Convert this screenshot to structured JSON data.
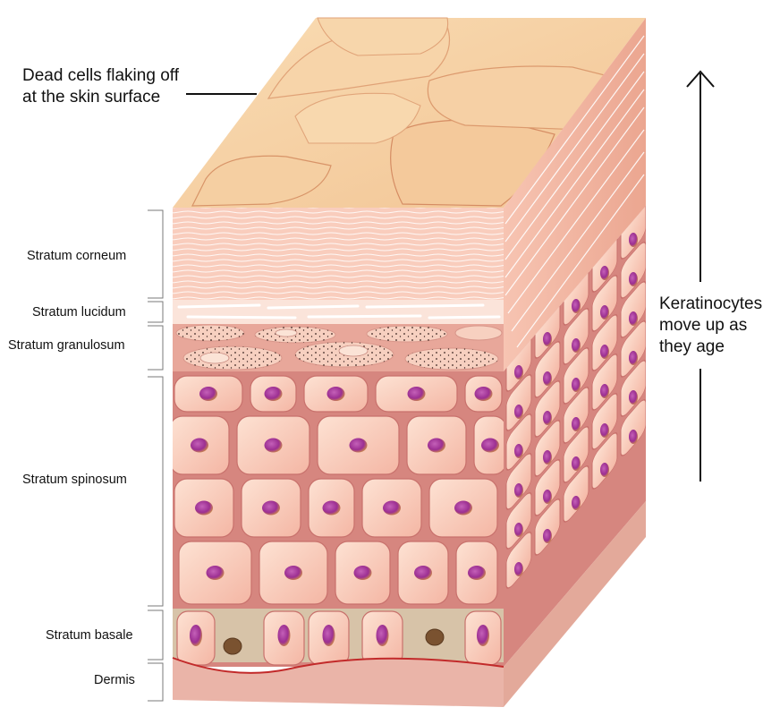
{
  "annotations": {
    "surface_label_line1": "Dead cells flaking off",
    "surface_label_line2": "at the skin surface",
    "arrow_label_line1": "Keratinocytes",
    "arrow_label_line2": "move up as",
    "arrow_label_line3": "they age"
  },
  "layers": [
    {
      "key": "corneum",
      "label": "Stratum corneum"
    },
    {
      "key": "lucidum",
      "label": "Stratum lucidum"
    },
    {
      "key": "granulosum",
      "label": "Stratum granulosum"
    },
    {
      "key": "spinosum",
      "label": "Stratum spinosum"
    },
    {
      "key": "basale",
      "label": "Stratum basale"
    },
    {
      "key": "dermis",
      "label": "Dermis"
    }
  ],
  "colors": {
    "surface": "#f6cfa0",
    "corneum": "#f9d0c1",
    "cell": "#fbd2c0",
    "cell_border": "#d88b86",
    "nucleus": "#a23d9a",
    "dermis": "#eab4a8",
    "basal_bg": "#d7c3a8"
  }
}
